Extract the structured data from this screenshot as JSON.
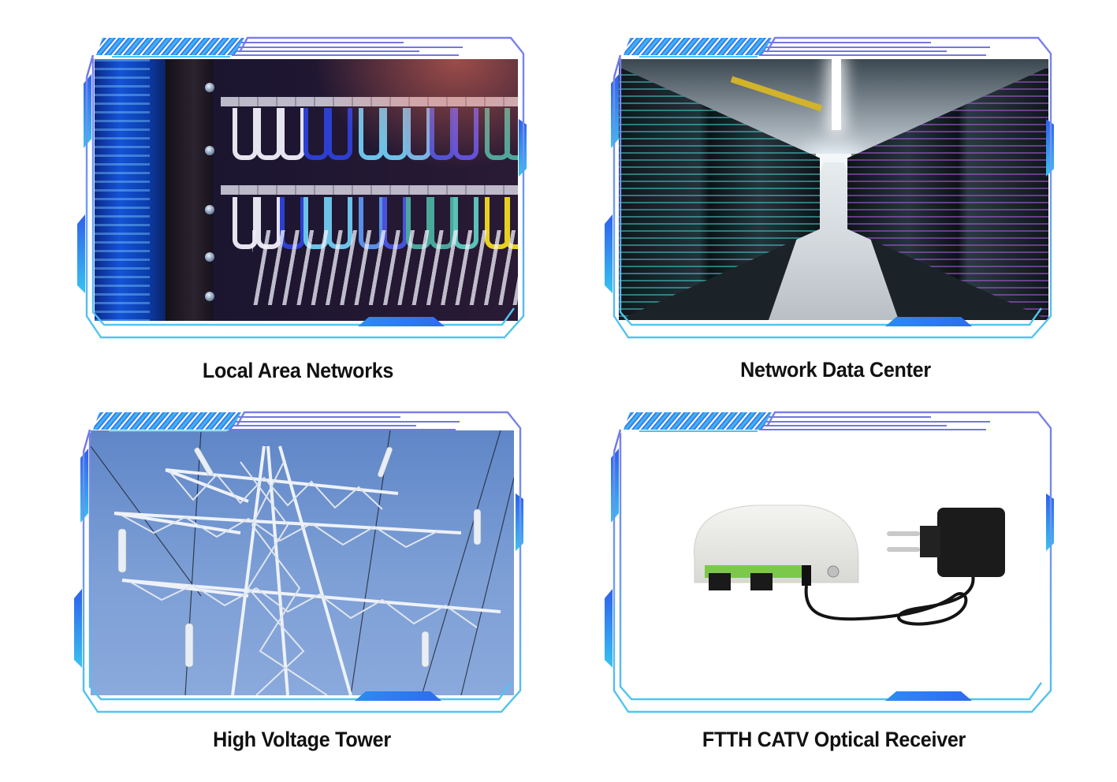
{
  "panels": [
    {
      "id": "lan",
      "caption": "Local Area Networks",
      "image_alt": "Network patch panel with colorful Ethernet cables",
      "image_icon": "patch-panel-photo"
    },
    {
      "id": "datacenter",
      "caption": "Network Data Center",
      "image_alt": "Server rack aisle in a data center",
      "image_icon": "data-center-photo"
    },
    {
      "id": "tower",
      "caption": "High Voltage Tower",
      "image_alt": "Steel lattice high voltage transmission tower against blue sky",
      "image_icon": "power-tower-photo"
    },
    {
      "id": "receiver",
      "caption": "FTTH CATV Optical Receiver",
      "image_alt": "White FTTH CATV optical receiver with green SC connectors and black power adapter",
      "image_icon": "optical-receiver-photo"
    }
  ],
  "colors": {
    "frame_outer": "#7b82e6",
    "frame_inner_bottom": "#4fc3f0",
    "accent_blue": "#2f6ff0",
    "accent_cyan": "#39c6f2",
    "caption_text": "#111111",
    "background": "#ffffff"
  }
}
